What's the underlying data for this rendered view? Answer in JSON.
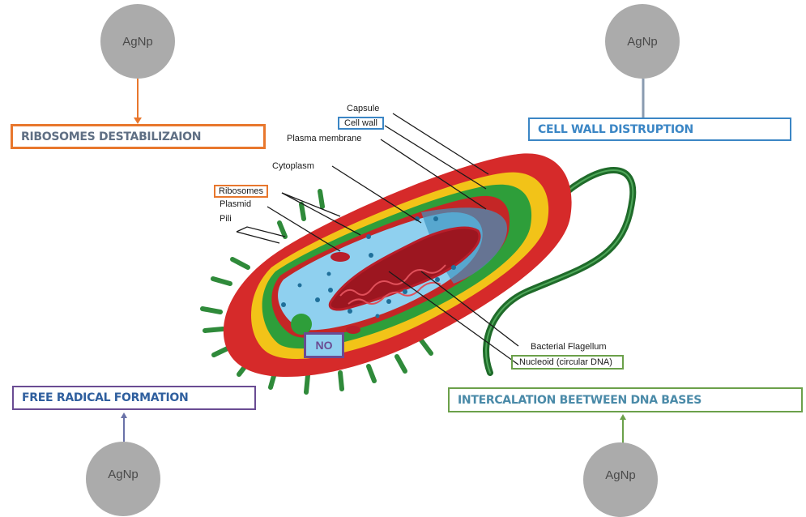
{
  "mechanisms": {
    "top_left": {
      "particle": "AgNp",
      "label": "RIBOSOMES DESTABILIZAION",
      "color": "#e8772d"
    },
    "top_right": {
      "particle": "AgNp",
      "label": "CELL WALL DISTRUPTION",
      "color": "#3b86c5"
    },
    "bottom_left": {
      "particle": "AgNp",
      "label": "FREE RADICAL FORMATION",
      "color": "#6a4c93"
    },
    "bottom_right": {
      "particle": "AgNp",
      "label": "INTERCALATION BEETWEEN DNA BASES",
      "color": "#6ba04a"
    }
  },
  "cell_labels": {
    "capsule": "Capsule",
    "cell_wall": "Cell wall",
    "plasma_membrane": "Plasma membrane",
    "cytoplasm": "Cytoplasm",
    "ribosomes": "Ribosomes",
    "plasmid": "Plasmid",
    "pili": "Pili",
    "flagellum": "Bacterial Flagellum",
    "nucleoid": "Nucleoid (circular DNA)",
    "no": "NO"
  },
  "colors": {
    "capsule": "#d62a2a",
    "cell_wall": "#f2c318",
    "membrane": "#2e9e3a",
    "cytoplasm": "#8fd0ef",
    "dna": "#b81e2a",
    "flagellum": "#1f6b2a"
  }
}
